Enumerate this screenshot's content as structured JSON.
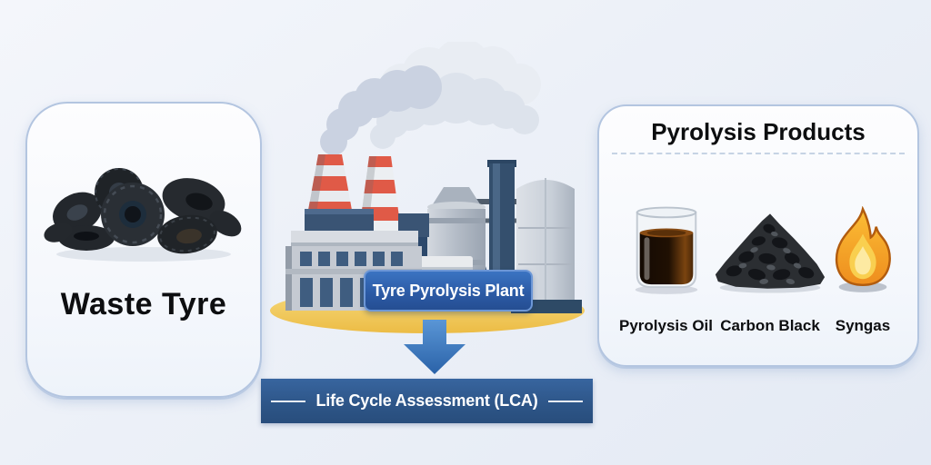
{
  "waste_panel": {
    "label": "Waste Tyre",
    "icon": "tyre-pile-icon"
  },
  "plant": {
    "button_label": "Tyre Pyrolysis Plant",
    "icon": "factory-icon"
  },
  "lca_banner": {
    "label": "Life Cycle Assessment (LCA)"
  },
  "products_panel": {
    "title": "Pyrolysis Products",
    "items": [
      {
        "label": "Pyrolysis Oil",
        "icon": "beaker-oil-icon"
      },
      {
        "label": "Carbon Black",
        "icon": "coal-pile-icon"
      },
      {
        "label": "Syngas",
        "icon": "flame-icon"
      }
    ]
  },
  "colors": {
    "background": "#edf1f8",
    "panel_border": "#b3c5e0",
    "button_blue": "#2c5ba6",
    "banner_blue": "#2d5587",
    "ground_yellow": "#f0c75e",
    "chimney_red": "#e05a47",
    "flame_orange": "#f5a62a",
    "oil_brown": "#3a1d07",
    "carbon_black": "#2b2e32"
  }
}
